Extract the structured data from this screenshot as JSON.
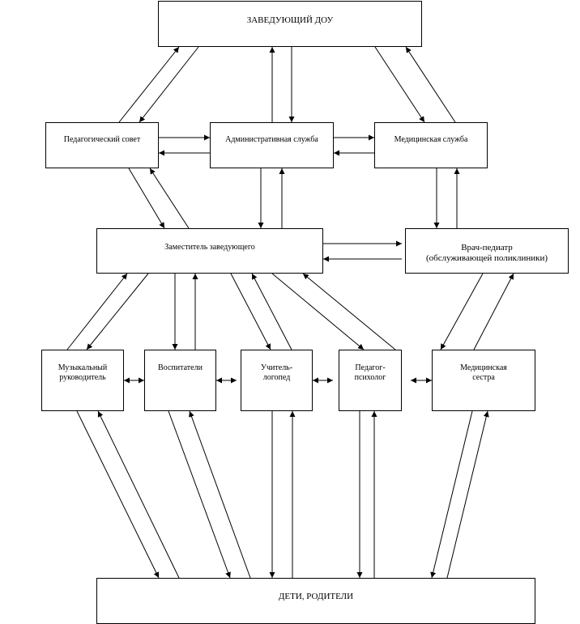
{
  "diagram": {
    "head": "ЗАВЕДУЮЩИЙ ДОУ",
    "ped_council": "Педагогический совет",
    "admin": "Административная служба",
    "medical": "Медицинская служба",
    "deputy": "Заместитель заведующего",
    "doctor": "Врач-педиатр\n(обслуживающей поликлиники)",
    "music": "Музыкальный\nруководитель",
    "educators": "Воспитатели",
    "speech": "Учитель-\nлогопед",
    "psych": "Педагог-\nпсихолог",
    "nurse": "Медицинская\nсестра",
    "kids": "ДЕТИ, РОДИТЕЛИ"
  },
  "colors": {
    "line": "#000000",
    "background": "#ffffff"
  }
}
